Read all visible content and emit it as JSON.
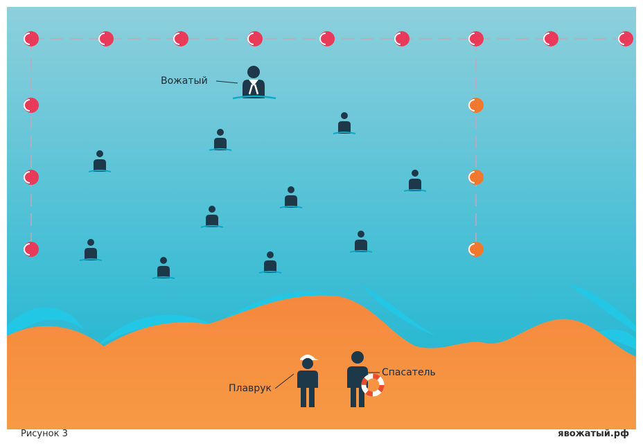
{
  "labels": {
    "counselor": "Вожатый",
    "swim_instructor": "Плаврук",
    "lifeguard": "Спасатель"
  },
  "caption": {
    "figure": "Рисунок 3",
    "site": "явожатый.рф"
  },
  "colors": {
    "water_top": "#8ecfdc",
    "water_bottom": "#12b3d0",
    "wave": "#22c7e6",
    "sand_top": "#f5883e",
    "sand_bottom": "#f79a45",
    "buoy_red": "#ea3a5a",
    "buoy_orange": "#f0782f",
    "figure": "#1d3848",
    "cap": "#ffffff"
  },
  "icons": [
    "buoy-red",
    "buoy-orange",
    "swimmer",
    "counselor-with-scarf",
    "swim-instructor-with-cap",
    "lifeguard-with-ring"
  ]
}
